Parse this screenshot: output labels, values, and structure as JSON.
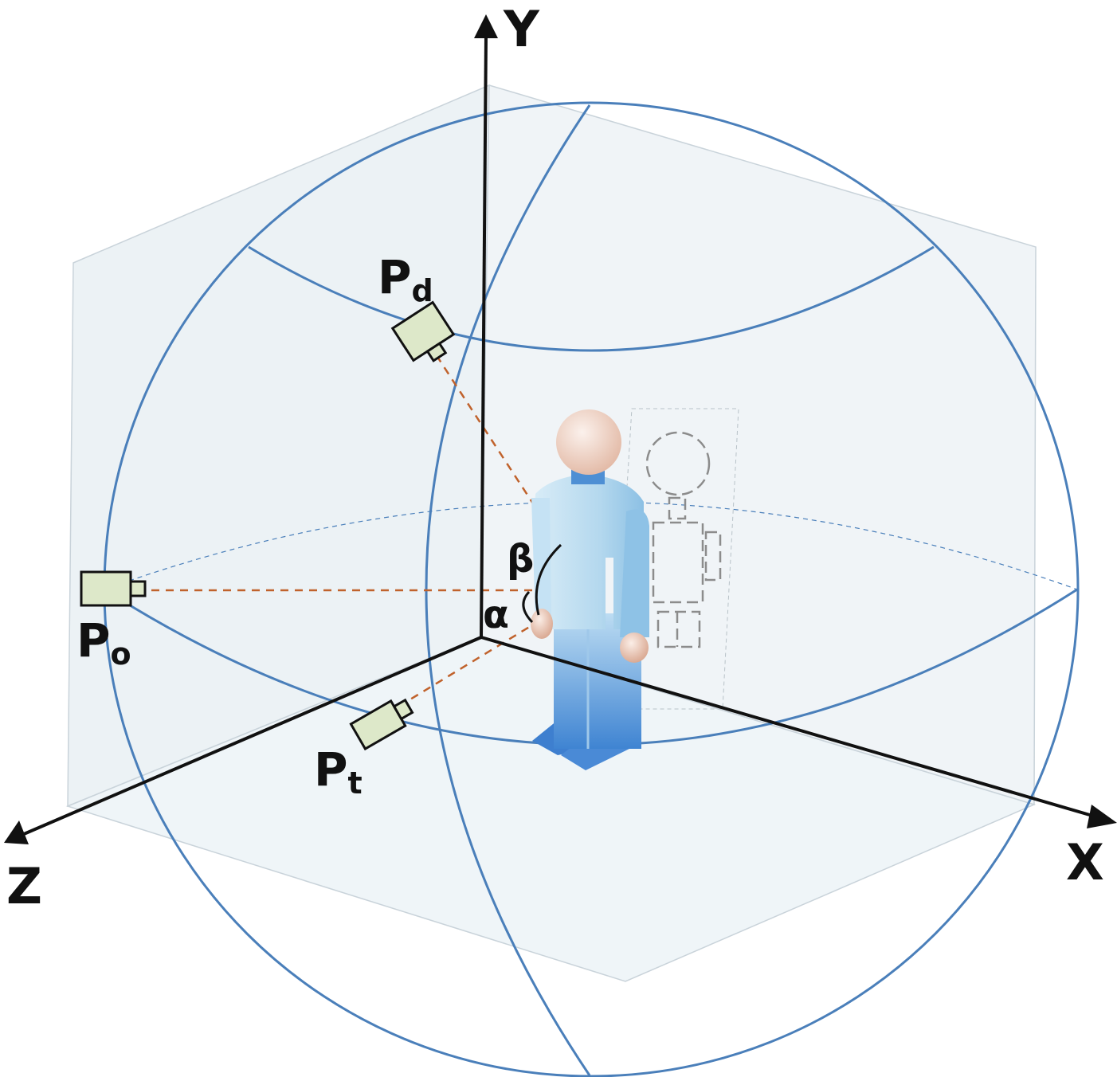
{
  "axes": {
    "x": "X",
    "y": "Y",
    "z": "Z"
  },
  "cameras": {
    "pd": {
      "main": "P",
      "sub": "d"
    },
    "po": {
      "main": "P",
      "sub": "o"
    },
    "pt": {
      "main": "P",
      "sub": "t"
    }
  },
  "angles": {
    "alpha": "α",
    "beta": "β"
  },
  "colors": {
    "sphere_line": "#4a7fba",
    "dashed_ray": "#c0622c",
    "axis": "#111111",
    "box_face": "#e3ebf0",
    "camera_fill": "#dde8c9",
    "person_body": "#a9d1ea",
    "person_legs": "#4e8fd4",
    "person_head": "#f0d8cc"
  }
}
